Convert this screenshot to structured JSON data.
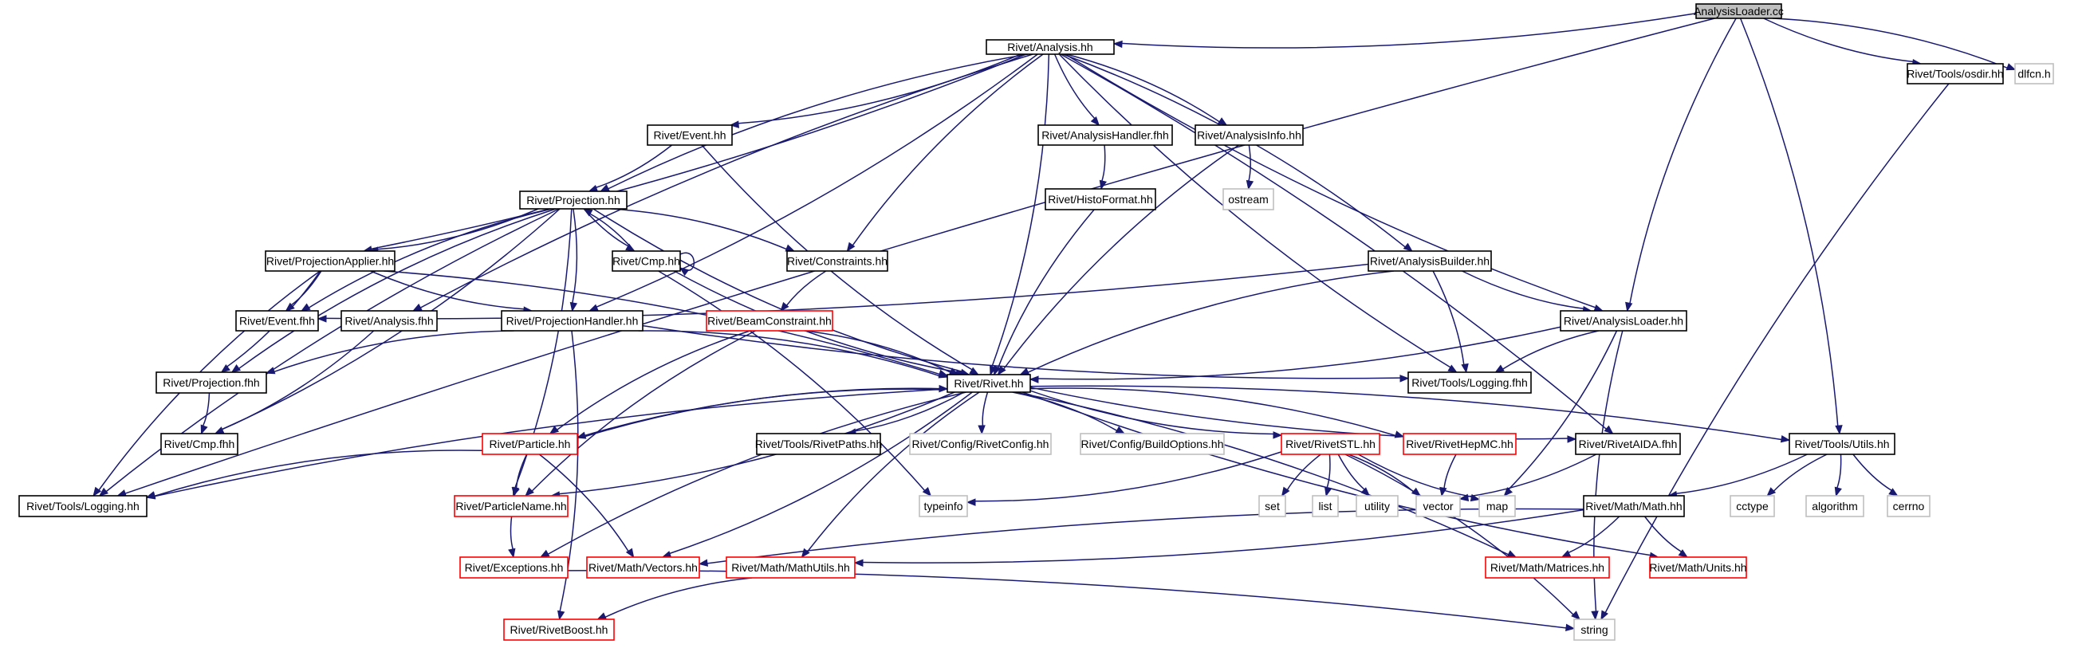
{
  "colors": {
    "edge": "#191970",
    "node_border_default": "#000000",
    "node_border_external": "#bfbfbf",
    "node_border_undocumented": "#ff0000",
    "root_fill": "#bfbfbf",
    "node_fill": "#ffffff"
  },
  "nodes": [
    {
      "id": "root",
      "label": "AnalysisLoader.cc",
      "kind": "root"
    },
    {
      "id": "analysis_hh",
      "label": "Rivet/Analysis.hh",
      "kind": "doc"
    },
    {
      "id": "osdir",
      "label": "Rivet/Tools/osdir.hh",
      "kind": "doc"
    },
    {
      "id": "dlfcn",
      "label": "dlfcn.h",
      "kind": "ext"
    },
    {
      "id": "event_hh",
      "label": "Rivet/Event.hh",
      "kind": "doc"
    },
    {
      "id": "ahandler_fhh",
      "label": "Rivet/AnalysisHandler.fhh",
      "kind": "doc"
    },
    {
      "id": "ainfo_hh",
      "label": "Rivet/AnalysisInfo.hh",
      "kind": "doc"
    },
    {
      "id": "projection_hh",
      "label": "Rivet/Projection.hh",
      "kind": "doc"
    },
    {
      "id": "histoformat",
      "label": "Rivet/HistoFormat.hh",
      "kind": "doc"
    },
    {
      "id": "ostream",
      "label": "ostream",
      "kind": "ext"
    },
    {
      "id": "papplier",
      "label": "Rivet/ProjectionApplier.hh",
      "kind": "doc"
    },
    {
      "id": "cmp_hh",
      "label": "Rivet/Cmp.hh",
      "kind": "doc"
    },
    {
      "id": "constraints",
      "label": "Rivet/Constraints.hh",
      "kind": "doc"
    },
    {
      "id": "abuilder",
      "label": "Rivet/AnalysisBuilder.hh",
      "kind": "doc"
    },
    {
      "id": "event_fhh",
      "label": "Rivet/Event.fhh",
      "kind": "doc"
    },
    {
      "id": "analysis_fhh",
      "label": "Rivet/Analysis.fhh",
      "kind": "doc"
    },
    {
      "id": "phandler",
      "label": "Rivet/ProjectionHandler.hh",
      "kind": "doc"
    },
    {
      "id": "beamconstraint",
      "label": "Rivet/BeamConstraint.hh",
      "kind": "undoc"
    },
    {
      "id": "aloader_hh",
      "label": "Rivet/AnalysisLoader.hh",
      "kind": "doc"
    },
    {
      "id": "projection_fhh",
      "label": "Rivet/Projection.fhh",
      "kind": "doc"
    },
    {
      "id": "rivet_hh",
      "label": "Rivet/Rivet.hh",
      "kind": "doc"
    },
    {
      "id": "tlogging_fhh",
      "label": "Rivet/Tools/Logging.fhh",
      "kind": "doc"
    },
    {
      "id": "cmp_fhh",
      "label": "Rivet/Cmp.fhh",
      "kind": "doc"
    },
    {
      "id": "particle",
      "label": "Rivet/Particle.hh",
      "kind": "undoc"
    },
    {
      "id": "rivetpaths",
      "label": "Rivet/Tools/RivetPaths.hh",
      "kind": "doc"
    },
    {
      "id": "rivetconfig",
      "label": "Rivet/Config/RivetConfig.hh",
      "kind": "ext"
    },
    {
      "id": "buildoptions",
      "label": "Rivet/Config/BuildOptions.hh",
      "kind": "ext"
    },
    {
      "id": "rivetstl",
      "label": "Rivet/RivetSTL.hh",
      "kind": "undoc"
    },
    {
      "id": "rivethepmc",
      "label": "Rivet/RivetHepMC.hh",
      "kind": "undoc"
    },
    {
      "id": "rivetaida",
      "label": "Rivet/RivetAIDA.fhh",
      "kind": "doc"
    },
    {
      "id": "tutils",
      "label": "Rivet/Tools/Utils.hh",
      "kind": "doc"
    },
    {
      "id": "tlogging_hh",
      "label": "Rivet/Tools/Logging.hh",
      "kind": "doc"
    },
    {
      "id": "particlename",
      "label": "Rivet/ParticleName.hh",
      "kind": "undoc"
    },
    {
      "id": "typeinfo",
      "label": "typeinfo",
      "kind": "ext"
    },
    {
      "id": "set",
      "label": "set",
      "kind": "ext"
    },
    {
      "id": "list",
      "label": "list",
      "kind": "ext"
    },
    {
      "id": "utility",
      "label": "utility",
      "kind": "ext"
    },
    {
      "id": "vector",
      "label": "vector",
      "kind": "ext"
    },
    {
      "id": "map",
      "label": "map",
      "kind": "ext"
    },
    {
      "id": "cctype",
      "label": "cctype",
      "kind": "ext"
    },
    {
      "id": "algorithm",
      "label": "algorithm",
      "kind": "ext"
    },
    {
      "id": "cerrno",
      "label": "cerrno",
      "kind": "ext"
    },
    {
      "id": "mathmath",
      "label": "Rivet/Math/Math.hh",
      "kind": "doc"
    },
    {
      "id": "exceptions",
      "label": "Rivet/Exceptions.hh",
      "kind": "undoc"
    },
    {
      "id": "mvectors",
      "label": "Rivet/Math/Vectors.hh",
      "kind": "undoc"
    },
    {
      "id": "mmathutils",
      "label": "Rivet/Math/MathUtils.hh",
      "kind": "undoc"
    },
    {
      "id": "mmatrices",
      "label": "Rivet/Math/Matrices.hh",
      "kind": "undoc"
    },
    {
      "id": "munits",
      "label": "Rivet/Math/Units.hh",
      "kind": "undoc"
    },
    {
      "id": "rivetboost",
      "label": "Rivet/RivetBoost.hh",
      "kind": "undoc"
    },
    {
      "id": "string",
      "label": "string",
      "kind": "ext"
    }
  ],
  "edges": [
    [
      "root",
      "analysis_hh"
    ],
    [
      "root",
      "osdir"
    ],
    [
      "root",
      "dlfcn"
    ],
    [
      "root",
      "aloader_hh"
    ],
    [
      "root",
      "tutils"
    ],
    [
      "root",
      "tlogging_hh"
    ],
    [
      "analysis_hh",
      "event_hh"
    ],
    [
      "analysis_hh",
      "ahandler_fhh"
    ],
    [
      "analysis_hh",
      "ainfo_hh"
    ],
    [
      "analysis_hh",
      "projection_hh"
    ],
    [
      "analysis_hh",
      "papplier"
    ],
    [
      "analysis_hh",
      "constraints"
    ],
    [
      "analysis_hh",
      "abuilder"
    ],
    [
      "analysis_hh",
      "analysis_fhh"
    ],
    [
      "analysis_hh",
      "phandler"
    ],
    [
      "analysis_hh",
      "aloader_hh"
    ],
    [
      "analysis_hh",
      "rivet_hh"
    ],
    [
      "analysis_hh",
      "tlogging_fhh"
    ],
    [
      "analysis_hh",
      "rivetaida"
    ],
    [
      "osdir",
      "string"
    ],
    [
      "event_hh",
      "projection_hh"
    ],
    [
      "event_hh",
      "rivet_hh"
    ],
    [
      "ahandler_fhh",
      "histoformat"
    ],
    [
      "histoformat",
      "rivet_hh"
    ],
    [
      "ainfo_hh",
      "ostream"
    ],
    [
      "ainfo_hh",
      "rivet_hh"
    ],
    [
      "projection_hh",
      "papplier"
    ],
    [
      "projection_hh",
      "cmp_hh"
    ],
    [
      "projection_hh",
      "constraints"
    ],
    [
      "projection_hh",
      "event_fhh"
    ],
    [
      "projection_hh",
      "phandler"
    ],
    [
      "projection_hh",
      "projection_fhh"
    ],
    [
      "projection_hh",
      "cmp_fhh"
    ],
    [
      "projection_hh",
      "tlogging_hh"
    ],
    [
      "projection_hh",
      "particlename"
    ],
    [
      "projection_hh",
      "rivet_hh"
    ],
    [
      "papplier",
      "event_fhh"
    ],
    [
      "papplier",
      "phandler"
    ],
    [
      "papplier",
      "projection_fhh"
    ],
    [
      "papplier",
      "tlogging_hh"
    ],
    [
      "papplier",
      "rivet_hh"
    ],
    [
      "cmp_hh",
      "projection_hh"
    ],
    [
      "cmp_hh",
      "cmp_hh"
    ],
    [
      "cmp_hh",
      "rivet_hh"
    ],
    [
      "cmp_hh",
      "typeinfo"
    ],
    [
      "constraints",
      "beamconstraint"
    ],
    [
      "abuilder",
      "event_fhh"
    ],
    [
      "abuilder",
      "aloader_hh"
    ],
    [
      "abuilder",
      "tlogging_fhh"
    ],
    [
      "abuilder",
      "rivet_hh"
    ],
    [
      "analysis_fhh",
      "cmp_fhh"
    ],
    [
      "phandler",
      "projection_fhh"
    ],
    [
      "phandler",
      "rivet_hh"
    ],
    [
      "phandler",
      "tlogging_fhh"
    ],
    [
      "phandler",
      "rivetboost"
    ],
    [
      "beamconstraint",
      "particle"
    ],
    [
      "beamconstraint",
      "rivet_hh"
    ],
    [
      "beamconstraint",
      "particlename"
    ],
    [
      "aloader_hh",
      "rivet_hh"
    ],
    [
      "aloader_hh",
      "tlogging_fhh"
    ],
    [
      "aloader_hh",
      "map"
    ],
    [
      "aloader_hh",
      "string"
    ],
    [
      "projection_fhh",
      "cmp_fhh"
    ],
    [
      "rivet_hh",
      "particle"
    ],
    [
      "rivet_hh",
      "rivetpaths"
    ],
    [
      "rivet_hh",
      "rivetconfig"
    ],
    [
      "rivet_hh",
      "buildoptions"
    ],
    [
      "rivet_hh",
      "rivetstl"
    ],
    [
      "rivet_hh",
      "rivethepmc"
    ],
    [
      "rivet_hh",
      "rivetaida"
    ],
    [
      "rivet_hh",
      "tutils"
    ],
    [
      "rivet_hh",
      "tlogging_hh"
    ],
    [
      "rivet_hh",
      "particlename"
    ],
    [
      "rivet_hh",
      "exceptions"
    ],
    [
      "rivet_hh",
      "mvectors"
    ],
    [
      "rivet_hh",
      "mmathutils"
    ],
    [
      "rivet_hh",
      "mmatrices"
    ],
    [
      "rivet_hh",
      "munits"
    ],
    [
      "particle",
      "rivet_hh"
    ],
    [
      "particle",
      "particlename"
    ],
    [
      "particle",
      "mvectors"
    ],
    [
      "particle",
      "tlogging_hh"
    ],
    [
      "rivetstl",
      "typeinfo"
    ],
    [
      "rivetstl",
      "set"
    ],
    [
      "rivetstl",
      "list"
    ],
    [
      "rivetstl",
      "utility"
    ],
    [
      "rivetstl",
      "vector"
    ],
    [
      "rivetstl",
      "map"
    ],
    [
      "rivetstl",
      "string"
    ],
    [
      "rivethepmc",
      "vector"
    ],
    [
      "rivetaida",
      "vector"
    ],
    [
      "tutils",
      "cctype"
    ],
    [
      "tutils",
      "algorithm"
    ],
    [
      "tutils",
      "cerrno"
    ],
    [
      "tutils",
      "mathmath"
    ],
    [
      "particlename",
      "exceptions"
    ],
    [
      "mathmath",
      "mmathutils"
    ],
    [
      "mathmath",
      "mvectors"
    ],
    [
      "mathmath",
      "mmatrices"
    ],
    [
      "mathmath",
      "munits"
    ],
    [
      "exceptions",
      "string"
    ],
    [
      "mmathutils",
      "rivetboost"
    ]
  ]
}
